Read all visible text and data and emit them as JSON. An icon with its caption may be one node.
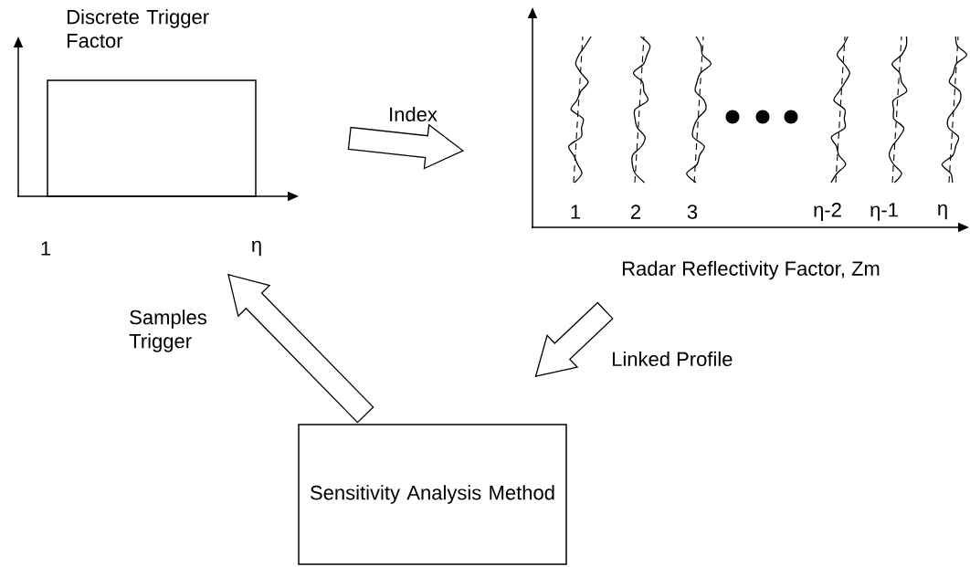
{
  "diagram": {
    "nodes": [
      {
        "text": [
          "Discrete Trigger Factor"
        ]
      },
      {
        "text": [],
        "shape": "picture",
        "beside": [
          "Radar Reflectivity Factor, Zm"
        ]
      },
      {
        "text": [
          "Sensitivity Analysis Method"
        ]
      }
    ],
    "edges": [
      {
        "from": 0,
        "to": 1,
        "arrow": "to",
        "label": "Index"
      },
      {
        "from": 1,
        "to": 2,
        "arrow": "to",
        "label": "Linked Profile"
      },
      {
        "from": 2,
        "to": 0,
        "arrow": "to",
        "label": "Samples Trigger"
      }
    ],
    "labels": [
      "1",
      "η",
      "1",
      "2",
      "3",
      "η-2",
      "η-1",
      "η"
    ]
  }
}
